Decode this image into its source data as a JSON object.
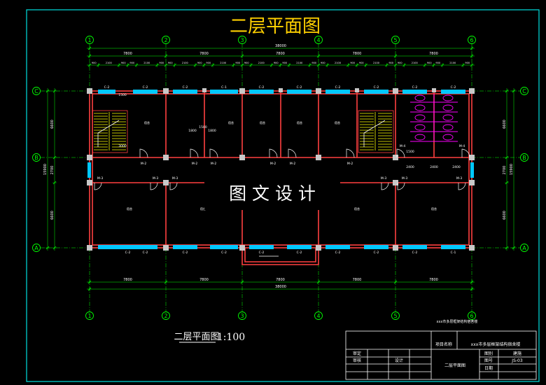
{
  "drawing": {
    "title": "二层平面图",
    "caption": "二层平面图",
    "scale": "1:100",
    "watermark": "图 文 设 计",
    "school_note": "xxx市多层框架结构宿舍楼"
  },
  "axes": {
    "columns": [
      "1",
      "2",
      "3",
      "4",
      "5",
      "6"
    ],
    "rows": [
      "C",
      "B",
      "A"
    ]
  },
  "dimensions": {
    "overall": "38000",
    "bays": [
      "7800",
      "7800",
      "7800",
      "7800",
      "7800"
    ],
    "top_sub": [
      "900",
      "2100",
      "900",
      "900",
      "2100",
      "900",
      "900",
      "2100",
      "900",
      "900",
      "2100",
      "900",
      "900",
      "2100",
      "900",
      "900",
      "2100",
      "900",
      "900",
      "2100",
      "900",
      "900",
      "2100",
      "900",
      "900",
      "2100",
      "900",
      "900",
      "2100",
      "900"
    ],
    "left_outer": "15900",
    "left_segments": [
      "6600",
      "2700",
      "6600"
    ],
    "right_outer": "15900",
    "right_segments": [
      "6600",
      "2700",
      "6600"
    ]
  },
  "labels": {
    "windows_top": [
      "C-2",
      "C-2",
      "C-2",
      "C-1",
      "C-2",
      "C-2",
      "C-2",
      "C-2",
      "C-2",
      "C-2"
    ],
    "windows_bottom": [
      "C-2",
      "C-2",
      "C-2",
      "C-2",
      "C-2",
      "C-2",
      "C-2",
      "C-2",
      "C-2",
      "C-1"
    ],
    "doors": [
      "M-2",
      "M-2",
      "M-2",
      "M-2",
      "M-2",
      "M-2",
      "M-2",
      "M-4",
      "M-4"
    ],
    "doors_lower": [
      "M-3",
      "M-3",
      "M-3",
      "M-3",
      "M-3",
      "M-3"
    ],
    "rooms_top": [
      "宿舍",
      "宿舍",
      "宿舍",
      "宿舍",
      "宿舍"
    ],
    "rooms_bottom": [
      "宿舍",
      "宿舍",
      "宿舍",
      "宿舍"
    ],
    "small_dims": [
      "1800",
      "1500",
      "1800",
      "3000",
      "1500",
      "2400",
      "2400",
      "2400",
      "1500"
    ]
  },
  "title_block": {
    "project_label": "项目名称",
    "project_name": "xxx市多层框架结构宿舍楼",
    "drawing_name": "二层平面图",
    "approve": "审定",
    "check": "审核",
    "design": "设计",
    "chart_no_label": "图号",
    "chart_no": "JS-03",
    "scale_label": "图别",
    "scale_val": "建施",
    "date_label": "日期"
  },
  "colors": {
    "background": "#000000",
    "border": "#00e0e0",
    "axis": "#00ff00",
    "wall": "#ff4040",
    "column": "#c8c8c8",
    "window": "#00c8ff",
    "title": "#ffd000",
    "stair": "#ffff00",
    "toilet": "#ff00ff",
    "text": "#ffffff"
  }
}
